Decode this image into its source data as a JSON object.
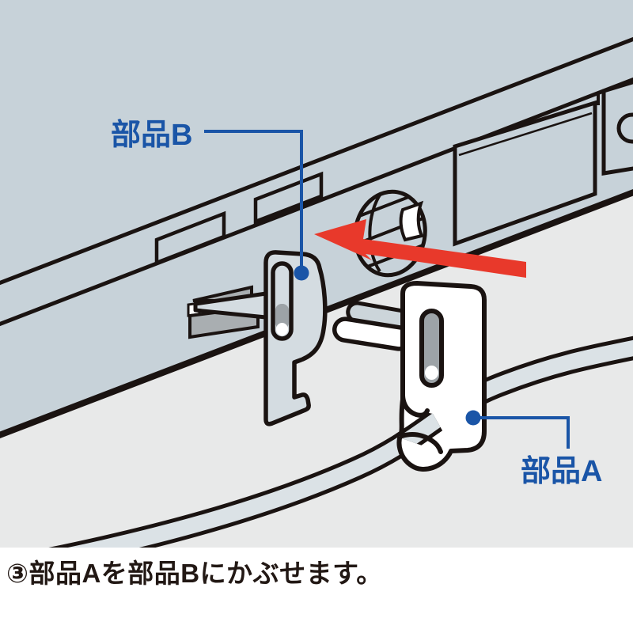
{
  "figure": {
    "type": "product-manual-step-illustration",
    "step_caption": "③部品Aを部品Bにかぶせます。",
    "callouts": [
      {
        "id": "part-b",
        "label": "部品B"
      },
      {
        "id": "part-a",
        "label": "部品A"
      }
    ],
    "icons": {
      "arrow": "red-direction-arrow",
      "dot": "leader-dot"
    },
    "colors": {
      "background": "#e8e9e9",
      "caption_bg": "#ffffff",
      "device_fill": "#c7d2d9",
      "part_b_fill": "#d4dce1",
      "part_a_fill": "#ffffff",
      "cable_fill": "#dbe2e6",
      "slot_gray": "#a9aeb1",
      "hole_gray": "#9da3a7",
      "peg_gray": "#ccd5da",
      "outline": "#1a1311",
      "arrow_red": "#e8392b",
      "label_blue": "#1a55a7",
      "caption_text": "#221814"
    }
  }
}
